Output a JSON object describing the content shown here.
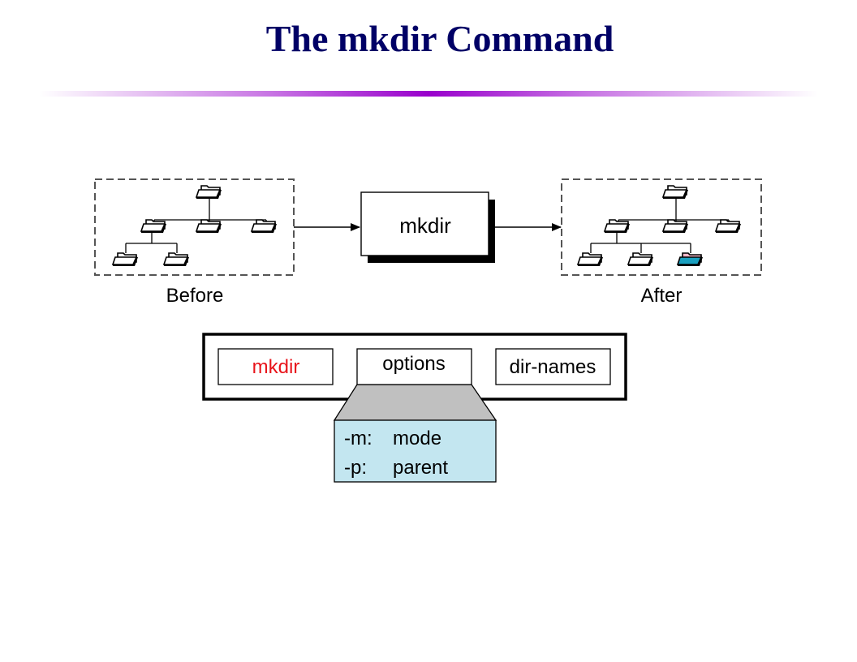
{
  "slide": {
    "title": "The mkdir Command"
  },
  "diagram": {
    "process_label": "mkdir",
    "before_label": "Before",
    "after_label": "After",
    "syntax": {
      "command": "mkdir",
      "options": "options",
      "arguments": "dir-names"
    },
    "option_list": [
      {
        "flag": "-m:",
        "meaning": "mode"
      },
      {
        "flag": "-p:",
        "meaning": "parent"
      }
    ]
  },
  "colors": {
    "title": "#000066",
    "title_rule": "#9900cc",
    "command_text": "#e8141b",
    "options_fill": "#c3e6f0",
    "connector_fill": "#c0c0c0",
    "new_folder_fill": "#1aa0c0",
    "new_folder_tab": "#f4b8c8",
    "folder_fill": "#f2f2f2"
  }
}
